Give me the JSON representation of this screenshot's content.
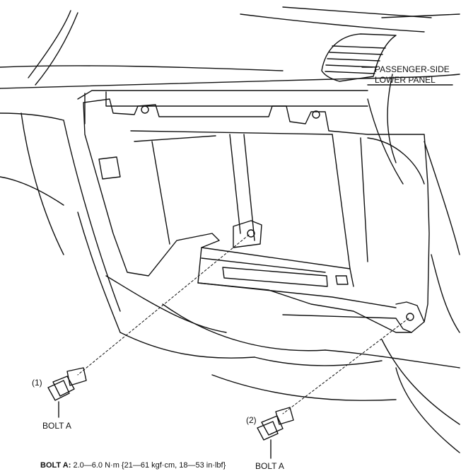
{
  "callouts": {
    "panel_label_line1": "PASSENGER-SIDE",
    "panel_label_line2": "LOWER PANEL",
    "bolt1_number": "(1)",
    "bolt1_label": "BOLT A",
    "bolt2_number": "(2)",
    "bolt2_label": "BOLT A"
  },
  "torque_spec": {
    "bolt_name": "BOLT A:",
    "value": "2.0—6.0 N·m {21—61 kgf·cm, 18—53 in·lbf}"
  }
}
